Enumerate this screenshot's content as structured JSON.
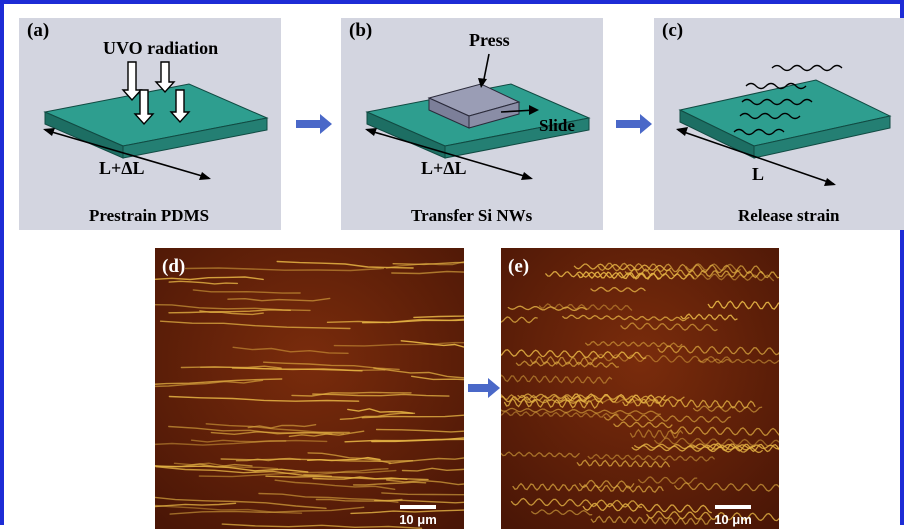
{
  "panels": {
    "a": {
      "label": "(a)",
      "annotation": "UVO radiation",
      "dimension": "L+ΔL",
      "caption": "Prestrain PDMS"
    },
    "b": {
      "label": "(b)",
      "annotation_top": "Press",
      "annotation_side": "Slide",
      "dimension": "L+ΔL",
      "caption": "Transfer Si NWs"
    },
    "c": {
      "label": "(c)",
      "dimension": "L",
      "caption": "Release strain"
    },
    "d": {
      "label": "(d)",
      "scale": "10 μm"
    },
    "e": {
      "label": "(e)",
      "scale": "10 μm"
    }
  },
  "colors": {
    "frame": "#1d2cd6",
    "panel_bg": "#d3d5e0",
    "substrate_top": "#2e9e8f",
    "substrate_side": "#1d6e63",
    "stamp": "#8d90a8",
    "flow_arrow": "#4a68c8",
    "photo_bg": "#5a1f08",
    "nanowire": "#f2c24a"
  },
  "icons": [
    "down-arrow-icon",
    "double-headed-arrow-icon",
    "right-arrow-icon",
    "wavy-nanowire-icon",
    "scale-bar-icon"
  ]
}
